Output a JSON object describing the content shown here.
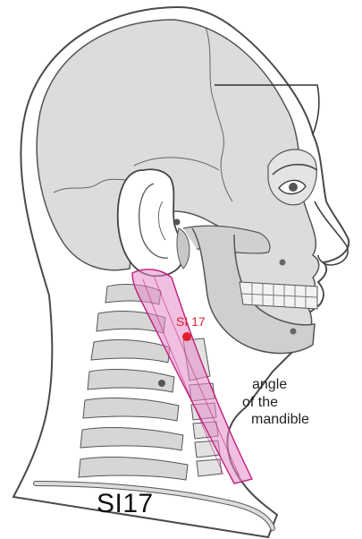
{
  "point": {
    "label": "SI 17",
    "color": "#e0202a"
  },
  "annotation": {
    "line1": "angle",
    "line2": "of the",
    "line3": "mandible"
  },
  "title": "SI17",
  "colors": {
    "skin": "#ffffff",
    "skull": "#dcdcdc",
    "outline": "#4a4a4a",
    "muscle": "#e58ac8",
    "muscle_stroke": "#c0207a",
    "marker": "#555555"
  }
}
